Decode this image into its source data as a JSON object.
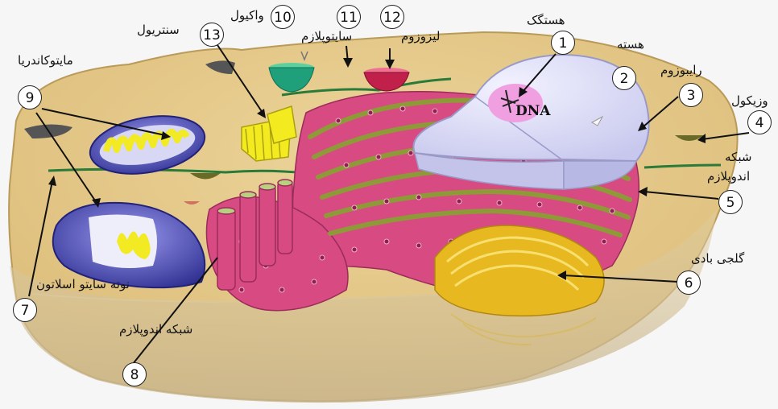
{
  "labels": {
    "l1": "هستگک",
    "l2": "هسته",
    "l3": "رایبوزوم",
    "l4": "وزیکول",
    "l5a": "شبکه",
    "l5b": "اندوپلازم",
    "l6": "گلجی بادی",
    "l7": "نوته سایتو اسلاتون",
    "l8": "شبکه اندوپلازم",
    "l9": "مایتوکاندریا",
    "l10": "واکیول",
    "l11": "سایتوپلازم",
    "l12": "لیزوزوم",
    "l13": "سنتریول",
    "dna": "DNA"
  },
  "numbers": {
    "n1": "1",
    "n2": "2",
    "n3": "3",
    "n4": "4",
    "n5": "5",
    "n6": "6",
    "n7": "7",
    "n8": "8",
    "n9": "9",
    "n10": "10",
    "n11": "11",
    "n12": "12",
    "n13": "13"
  },
  "colors": {
    "background": "#f6f6f6",
    "cytoplasm": "#e6c887",
    "er": "#d6477a",
    "er_green": "#8a9a3a",
    "nucleus": "#dcdcf6",
    "nucleolus": "#f0a0e0",
    "mitochondria": "#3a3a9a",
    "golgi": "#e8b820",
    "lysosome": "#c0204a",
    "vacuole": "#2aa080",
    "centriole": "#f4ea20"
  }
}
